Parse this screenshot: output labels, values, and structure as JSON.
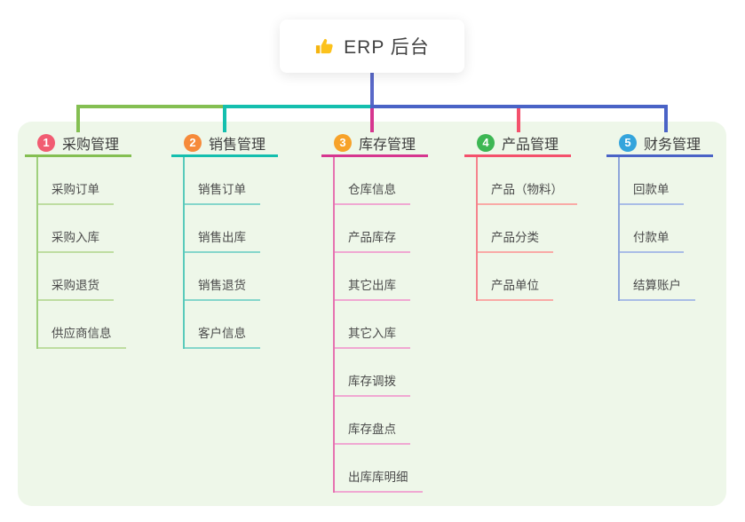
{
  "root": {
    "label": "ERP 后台",
    "icon": "thumbs-up-icon"
  },
  "panel": {
    "background": "#eef7e9"
  },
  "connectors": {
    "root_drop": "#5968c8",
    "h_green": "#84bf52",
    "h_teal": "#14bfae",
    "h_blue": "#4a63c6",
    "drop_0": "#84bf52",
    "drop_1": "#14bfae",
    "drop_2": "#d6368f",
    "drop_3": "#f4516c",
    "drop_4": "#4a63c6"
  },
  "branches": [
    {
      "badge": "1",
      "title": "采购管理",
      "badge_color": "#f15c72",
      "line_color": "#84bf52",
      "trunk_color": "#a0d07e",
      "child_line_color": "#bedda1",
      "children": [
        "采购订单",
        "采购入库",
        "采购退货",
        "供应商信息"
      ]
    },
    {
      "badge": "2",
      "title": "销售管理",
      "badge_color": "#f68a3a",
      "line_color": "#14bfae",
      "trunk_color": "#59cabb",
      "child_line_color": "#85d6cb",
      "children": [
        "销售订单",
        "销售出库",
        "销售退货",
        "客户信息"
      ]
    },
    {
      "badge": "3",
      "title": "库存管理",
      "badge_color": "#f7a229",
      "line_color": "#d6368f",
      "trunk_color": "#e672b0",
      "child_line_color": "#f0a8d2",
      "children": [
        "仓库信息",
        "产品库存",
        "其它出库",
        "其它入库",
        "库存调拨",
        "库存盘点",
        "出库库明细"
      ]
    },
    {
      "badge": "4",
      "title": "产品管理",
      "badge_color": "#3db754",
      "line_color": "#f4516c",
      "trunk_color": "#f5848e",
      "child_line_color": "#f9aaa6",
      "children": [
        "产品（物料）",
        "产品分类",
        "产品单位"
      ]
    },
    {
      "badge": "5",
      "title": "财务管理",
      "badge_color": "#34a4dc",
      "line_color": "#4a63c6",
      "trunk_color": "#8fa6da",
      "child_line_color": "#a9bde6",
      "children": [
        "回款单",
        "付款单",
        "结算账户"
      ]
    }
  ]
}
